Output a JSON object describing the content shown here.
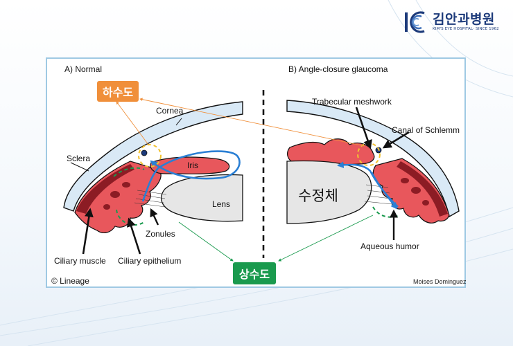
{
  "logo": {
    "name": "김안과병원",
    "subtitle": "KIM'S EYE HOSPITAL· SINCE 1962",
    "brand_color": "#1c3a7a"
  },
  "panel_a": {
    "title": "A) Normal"
  },
  "panel_b": {
    "title": "B) Angle-closure glaucoma"
  },
  "labels": {
    "cornea": "Cornea",
    "sclera": "Sclera",
    "iris": "Iris",
    "lens": "Lens",
    "zonules": "Zonules",
    "ciliary_muscle": "Ciliary muscle",
    "ciliary_epithelium": "Ciliary epithelium",
    "trabecular_meshwork": "Trabecular meshwork",
    "canal_of_schlemm": "Canal of Schlemm",
    "aqueous_humor": "Aqueous humor"
  },
  "badges": {
    "downstream": "하수도",
    "upstream": "상수도",
    "lens_korean": "수정체"
  },
  "credits": {
    "lineage": "© Lineage",
    "author": "Moises Dominguez"
  },
  "colors": {
    "orange": "#f08f3a",
    "green": "#1a9a4e",
    "flow_blue": "#2a7fd4",
    "iris_red": "#e8575c",
    "muscle_dark": "#8c1c24",
    "cornea_fill": "#d9e9f6",
    "panel_border": "#9fc9e3"
  }
}
